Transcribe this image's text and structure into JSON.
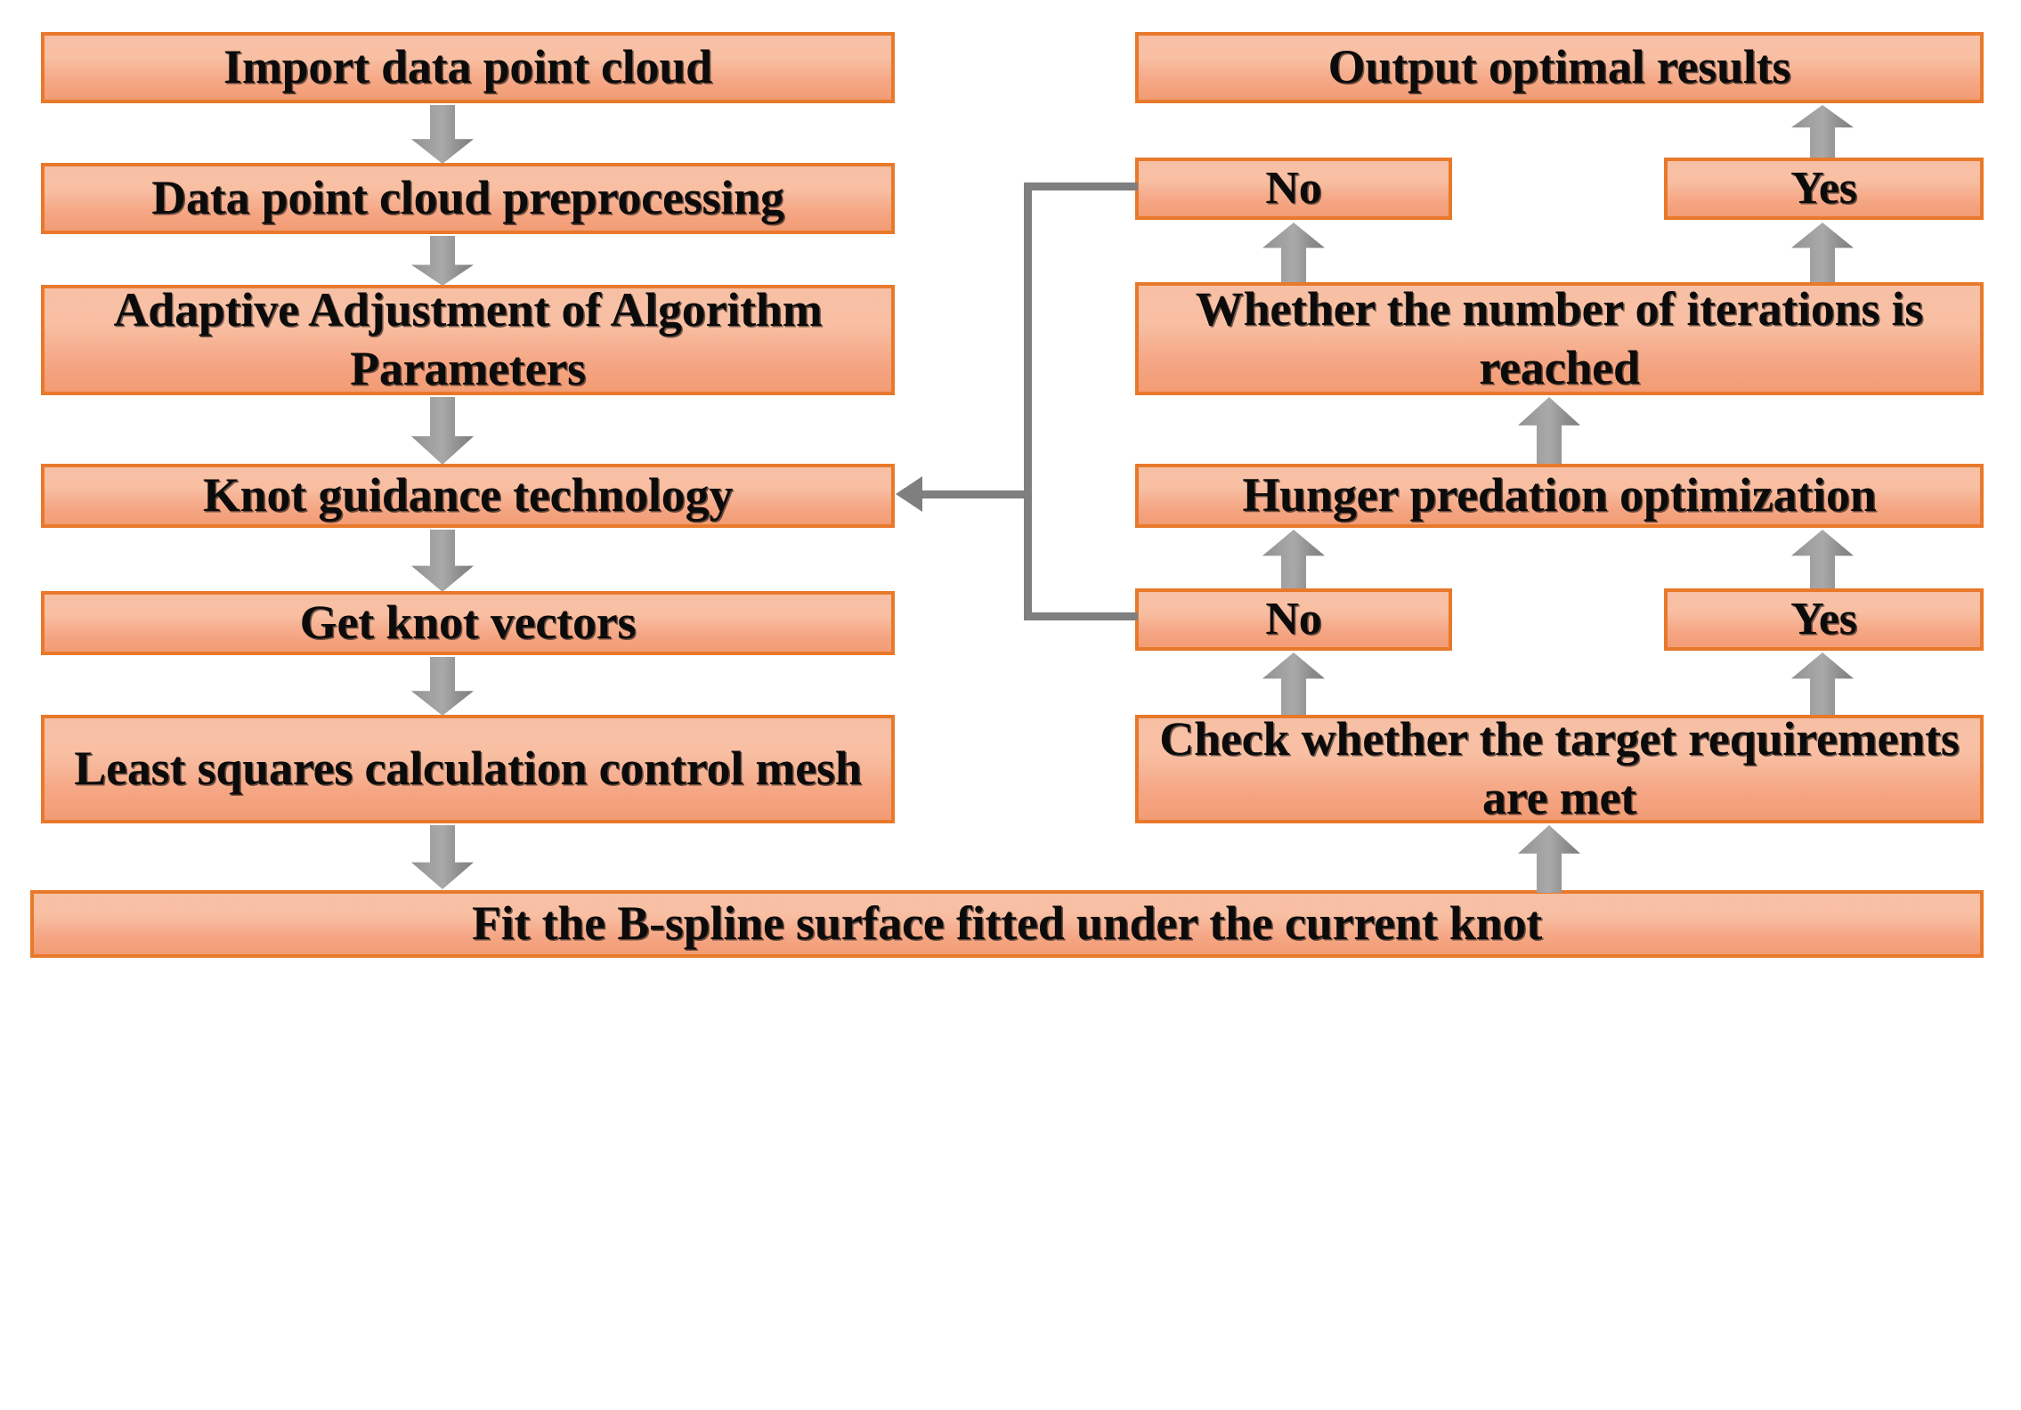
{
  "diagram": {
    "title": "B-spline surface fitting with hunger predation optimization flowchart",
    "colors": {
      "box_border": "#E8792B",
      "box_fill_top": "#F7C0A5",
      "box_fill_bottom": "#F29C74",
      "block_arrow": "#9d9d9d",
      "wire": "#7f7f7f",
      "text": "#0b0b0b",
      "background": "#ffffff"
    },
    "left_column": [
      {
        "id": "import-data-point-cloud",
        "label": "Import data point cloud"
      },
      {
        "id": "data-point-cloud-preprocessing",
        "label": "Data point cloud preprocessing"
      },
      {
        "id": "adaptive-adjustment-of-algorithm-parameters",
        "label": "Adaptive Adjustment of Algorithm Parameters"
      },
      {
        "id": "knot-guidance-technology",
        "label": "Knot guidance technology"
      },
      {
        "id": "get-knot-vectors",
        "label": "Get knot vectors"
      },
      {
        "id": "least-squares-calculation-control-mesh",
        "label": "Least squares calculation control mesh"
      }
    ],
    "bottom_span": {
      "id": "fit-b-spline-surface",
      "label": "Fit the B-spline surface fitted under the current knot"
    },
    "right_column": [
      {
        "id": "output-optimal-results",
        "label": "Output optimal results"
      },
      {
        "id": "decision-no-upper",
        "label": "No"
      },
      {
        "id": "decision-yes-upper",
        "label": "Yes"
      },
      {
        "id": "whether-iterations-reached",
        "label": "Whether the number of iterations is reached"
      },
      {
        "id": "hunger-predation-optimization",
        "label": "Hunger predation optimization"
      },
      {
        "id": "decision-no-lower",
        "label": "No"
      },
      {
        "id": "decision-yes-lower",
        "label": "Yes"
      },
      {
        "id": "check-target-requirements",
        "label": "Check whether the target requirements are met"
      }
    ]
  }
}
